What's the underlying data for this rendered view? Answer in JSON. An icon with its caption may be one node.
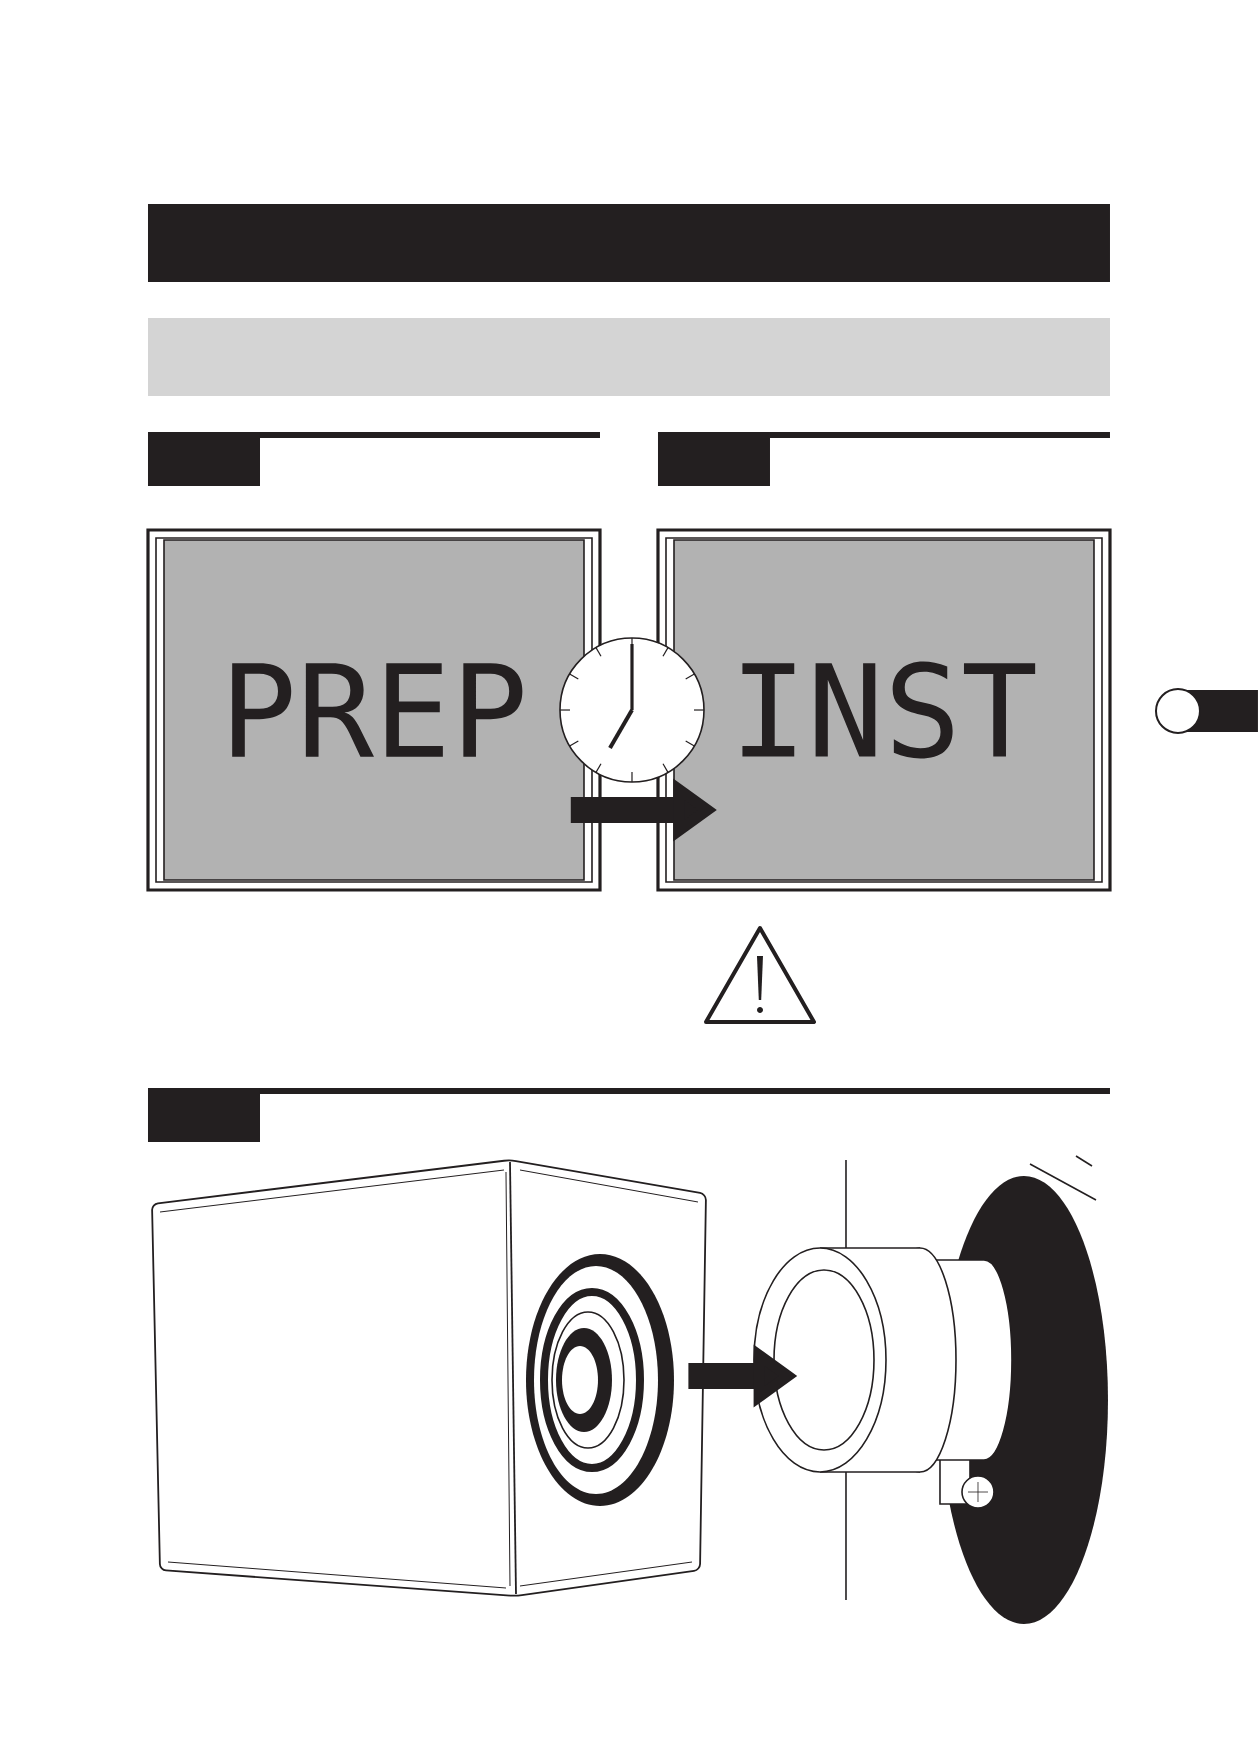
{
  "diagram": {
    "nodes": [
      {
        "text": [],
        "shape": "bar"
      },
      {
        "text": [],
        "shape": "bar"
      },
      {
        "text": [
          "PREP"
        ]
      },
      {
        "text": [
          "INST"
        ]
      },
      {
        "text": [],
        "shape": "picture"
      },
      {
        "text": [],
        "shape": "picture"
      }
    ],
    "edges": [
      {
        "from": 2,
        "to": 3,
        "arrow": "to"
      },
      {
        "from": 4,
        "to": 5,
        "arrow": "to"
      }
    ]
  }
}
